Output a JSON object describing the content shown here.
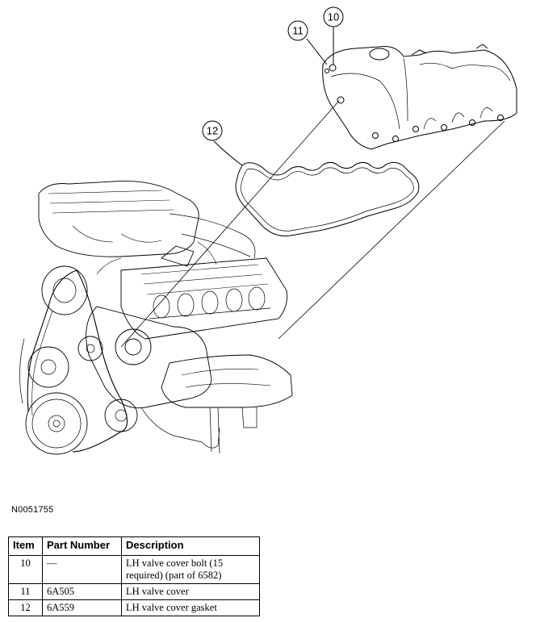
{
  "figure": {
    "callouts": [
      "10",
      "11",
      "12"
    ]
  },
  "figure_id": "N0051755",
  "table": {
    "headers": [
      "Item",
      "Part Number",
      "Description"
    ],
    "rows": [
      {
        "item": "10",
        "part": "—",
        "desc": "LH valve cover bolt (15 required) (part of 6582)"
      },
      {
        "item": "11",
        "part": "6A505",
        "desc": "LH valve cover"
      },
      {
        "item": "12",
        "part": "6A559",
        "desc": "LH valve cover gasket"
      }
    ]
  }
}
